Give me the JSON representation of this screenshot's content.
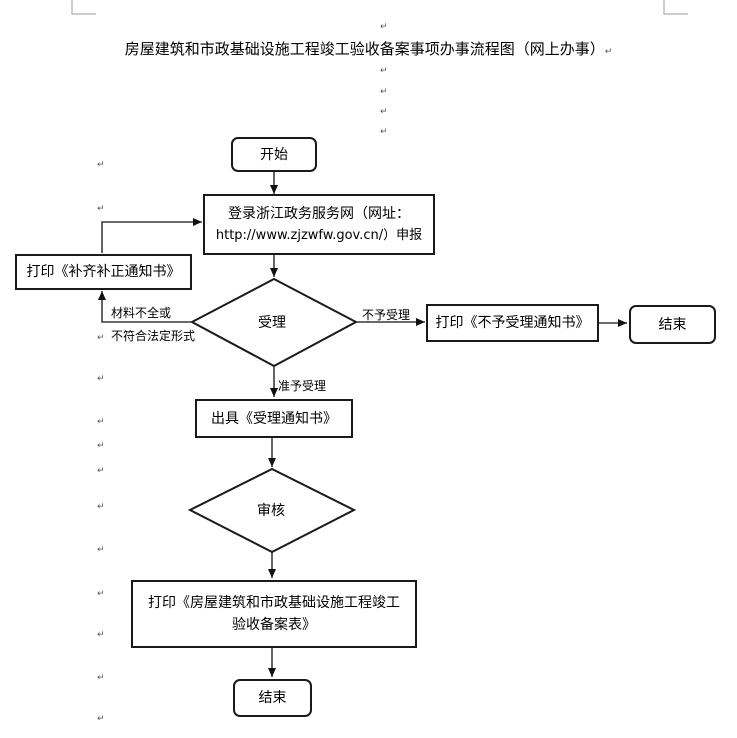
{
  "title": "房屋建筑和市政基础设施工程竣工验收备案事项办事流程图（网上办事）",
  "nodes": {
    "start": "开始",
    "login_line1": "登录浙江政务服务网（网址：",
    "login_line2": "http://www.zjzwfw.gov.cn/）申报",
    "print_supplement": "打印《补齐补正通知书》",
    "accept": "受理",
    "print_reject": "打印《不予受理通知书》",
    "end_right": "结束",
    "issue_accept": "出具《受理通知书》",
    "review": "审核",
    "print_record_line1": "打印《房屋建筑和市政基础设施工程竣工",
    "print_record_line2": "验收备案表》",
    "end_bottom": "结束"
  },
  "edge_labels": {
    "incomplete_line1": "材料不全或",
    "incomplete_line2": "不符合法定形式",
    "not_accepted": "不予受理",
    "accepted": "准予受理"
  },
  "paragraph_mark": "↵"
}
